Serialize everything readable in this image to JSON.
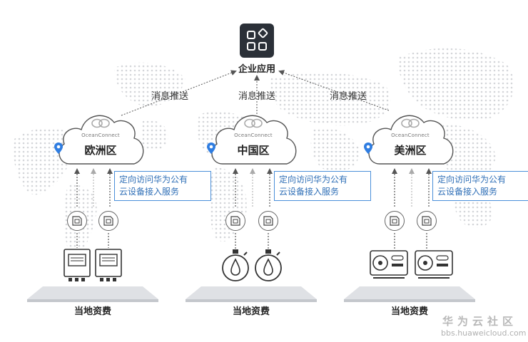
{
  "app": {
    "label": "企业应用",
    "icon": "app-grid-icon"
  },
  "push_label": "消息推送",
  "cloud_brand": "OceanConnect",
  "regions": [
    {
      "name": "欧洲区",
      "device_icon": "meter-icon"
    },
    {
      "name": "中国区",
      "device_icon": "gauge-icon"
    },
    {
      "name": "美洲区",
      "device_icon": "appliance-icon"
    }
  ],
  "access_note_line1": "定向访问华为公有",
  "access_note_line2": "云设备接入服务",
  "local_assets_label": "当地资费",
  "sim_icon": "sim-card-icon",
  "watermark": {
    "title": "华为云社区",
    "url": "bbs.huaweicloud.com"
  },
  "colors": {
    "note_border": "#4a8fd9",
    "note_text": "#2f6fb7",
    "pin": "#2f7de1",
    "app_bg": "#2b3038"
  }
}
